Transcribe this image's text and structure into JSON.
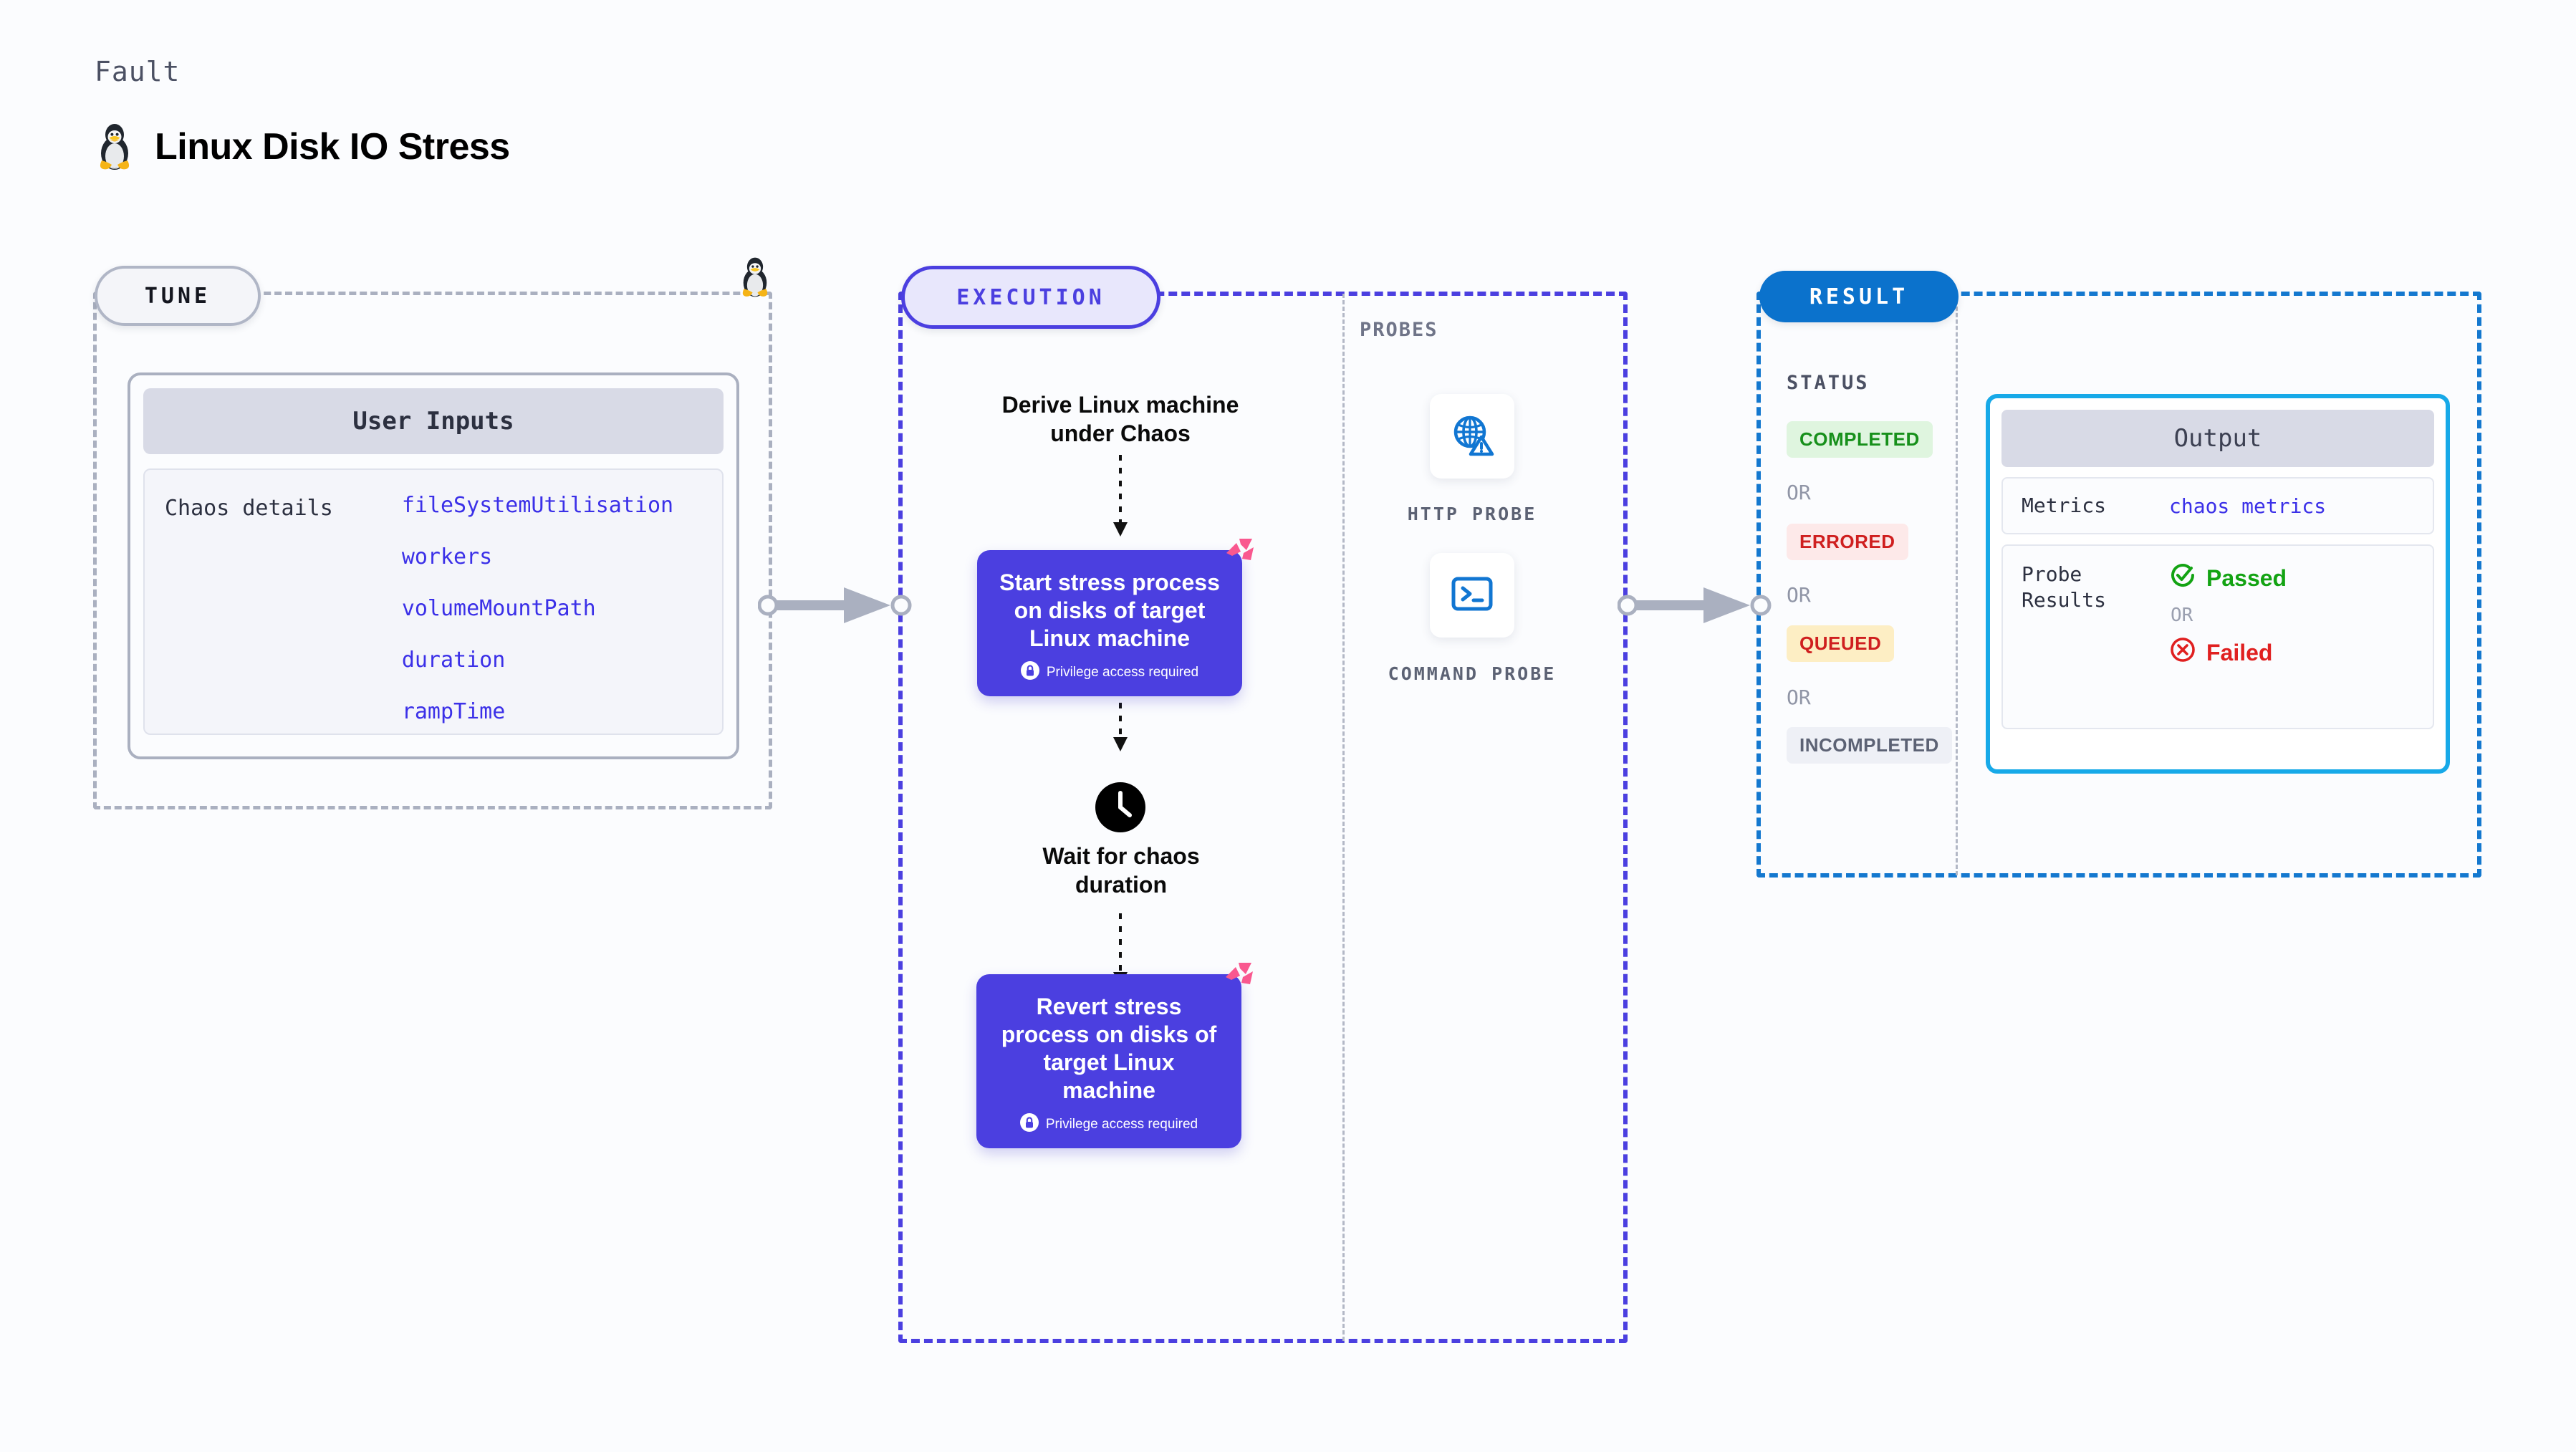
{
  "header": {
    "kicker": "Fault",
    "title": "Linux Disk IO Stress",
    "icon": "linux-penguin-icon"
  },
  "tune": {
    "pill_label": "TUNE",
    "card_title": "User Inputs",
    "details_label": "Chaos details",
    "parameters": [
      "fileSystemUtilisation",
      "workers",
      "volumeMountPath",
      "duration",
      "rampTime"
    ]
  },
  "execution": {
    "pill_label": "EXECUTION",
    "steps": [
      {
        "type": "title",
        "label": "Derive Linux machine under Chaos"
      },
      {
        "type": "card",
        "label": "Start stress process on disks of target Linux machine",
        "note": "Privilege access required",
        "badge": "chaos-badge-icon"
      },
      {
        "type": "wait",
        "label": "Wait for chaos duration",
        "icon": "clock-icon"
      },
      {
        "type": "card",
        "label": "Revert stress process on disks of target Linux machine",
        "note": "Privilege access required",
        "badge": "chaos-badge-icon"
      }
    ]
  },
  "probes": {
    "section_label": "PROBES",
    "items": [
      {
        "caption": "HTTP PROBE",
        "icon": "globe-warning-icon"
      },
      {
        "caption": "COMMAND PROBE",
        "icon": "terminal-icon"
      }
    ]
  },
  "result": {
    "pill_label": "RESULT",
    "status_label": "STATUS",
    "or_label": "OR",
    "statuses": [
      {
        "label": "COMPLETED",
        "color": "#17901b",
        "bg": "#dff5df"
      },
      {
        "label": "ERRORED",
        "color": "#cf1f1f",
        "bg": "#fde9e9"
      },
      {
        "label": "QUEUED",
        "color": "#cf1f1f",
        "bg": "#fdeec4"
      },
      {
        "label": "INCOMPLETED",
        "color": "#5c6274",
        "bg": "#eef0f6"
      }
    ],
    "output": {
      "title": "Output",
      "metrics_key": "Metrics",
      "metrics_value": "chaos metrics",
      "probe_results_key": "Probe Results",
      "passed_label": "Passed",
      "failed_label": "Failed",
      "or_label": "OR"
    }
  },
  "colors": {
    "accent_purple": "#4b3fe0",
    "accent_blue": "#0b72cc",
    "output_border": "#17a9e8",
    "badge_pink": "#f9588f",
    "link_blue": "#3b30e8"
  }
}
